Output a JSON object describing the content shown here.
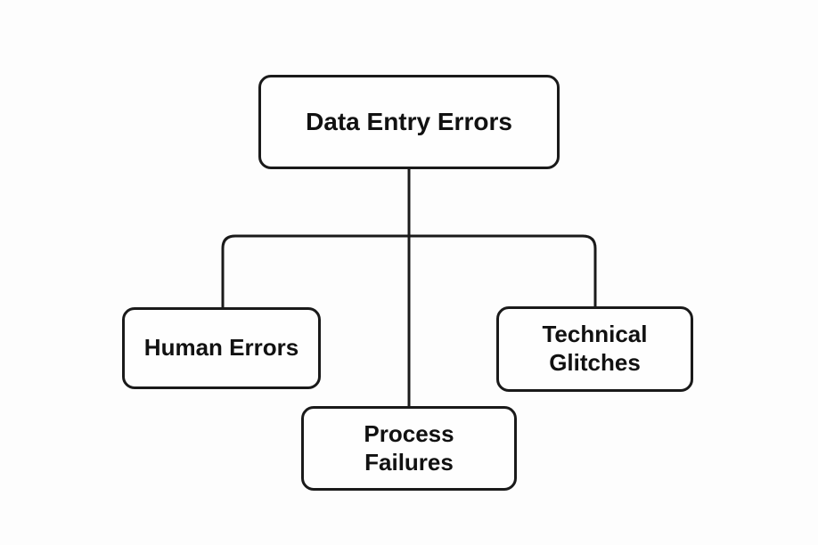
{
  "diagram": {
    "root": {
      "label": "Data Entry Errors"
    },
    "children": [
      {
        "label": "Human Errors"
      },
      {
        "label": "Process Failures"
      },
      {
        "label": "Technical Glitches"
      }
    ]
  },
  "colors": {
    "background": "#fdfdfd",
    "line": "#1a1a1a",
    "box_border": "#1a1a1a",
    "box_fill": "#fefefe",
    "text": "#111111"
  }
}
